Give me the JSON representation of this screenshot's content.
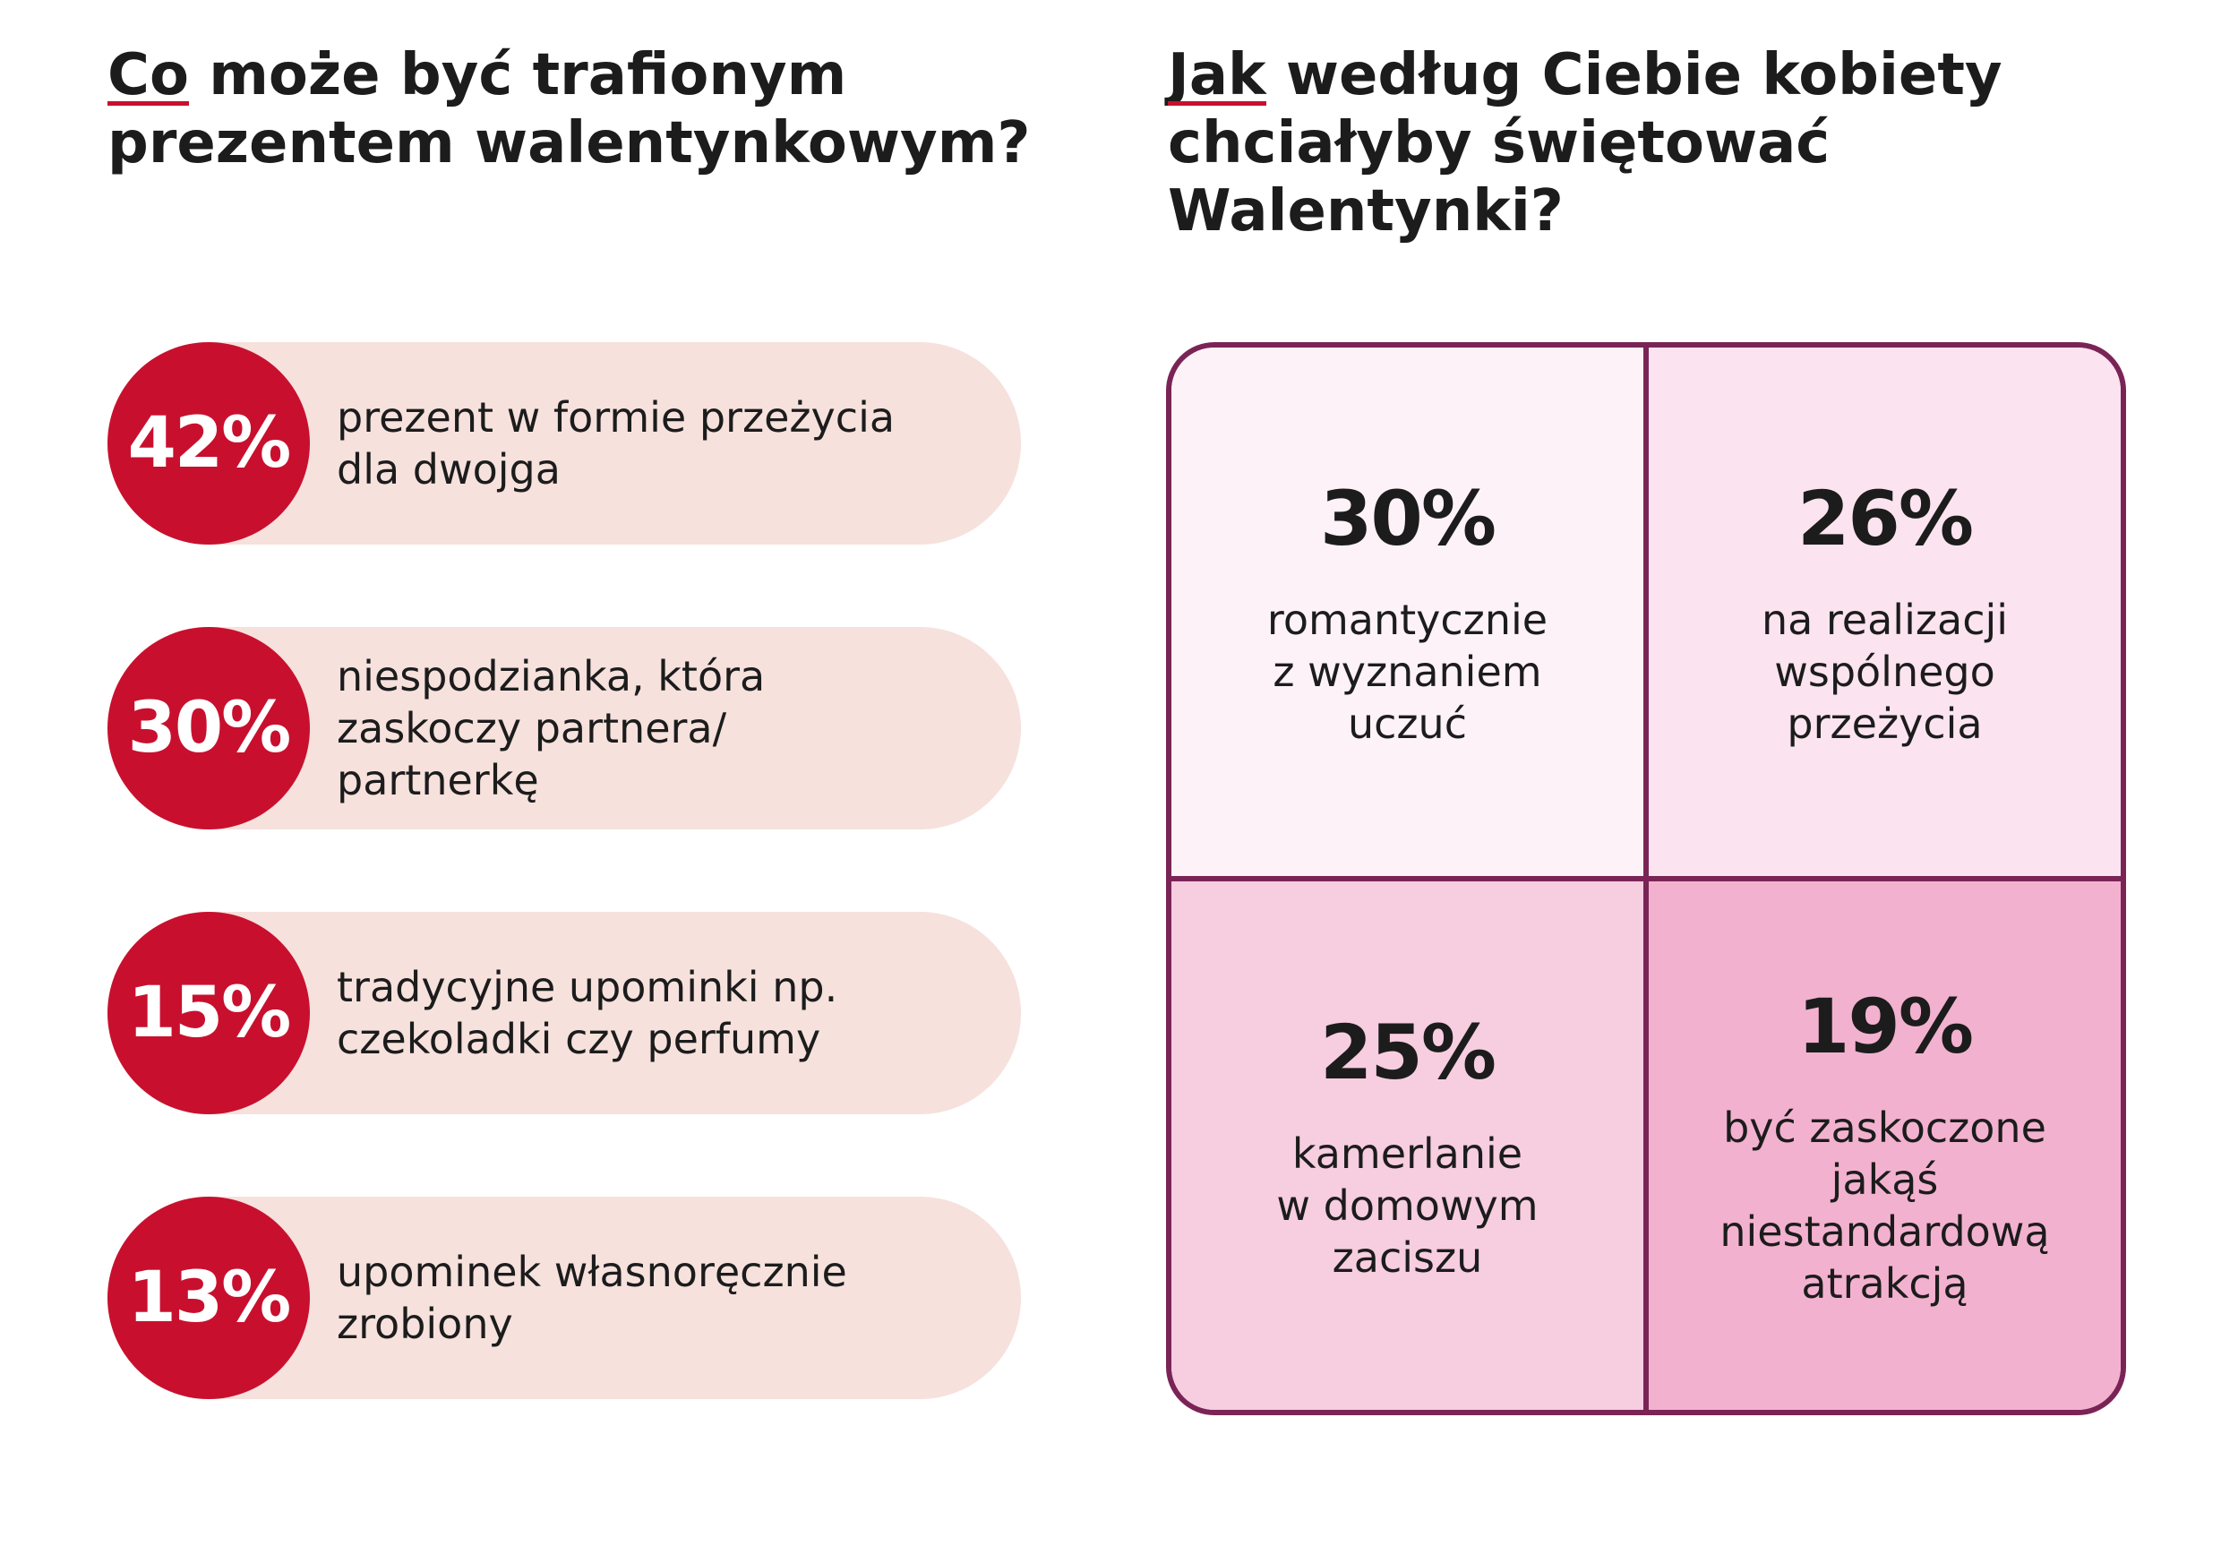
{
  "left_heading": {
    "lead": "Co",
    "rest": " może być trafionym prezentem walentynkowym?"
  },
  "right_heading": {
    "lead": "Jak",
    "rest": " według Ciebie kobiety chciałyby świętować Walentynki?"
  },
  "colors": {
    "accent_red": "#c8102e",
    "pill_bg": "#f6e1dd",
    "grid_border": "#7a2456",
    "cell_bg": [
      "#fdf2f7",
      "#fbe4ef",
      "#f7cde0",
      "#f2b2cf"
    ]
  },
  "chart_data": [
    {
      "type": "bar",
      "title": "Co może być trafionym prezentem walentynkowym?",
      "categories": [
        "prezent w formie przeżycia\ndla dwojga",
        "niespodzianka, która\nzaskoczy partnera/\npartnerkę",
        "tradycyjne upominki np.\nczekoladki czy perfumy",
        "upominek własnoręcznie\nzrobiony"
      ],
      "values": [
        42,
        30,
        15,
        13
      ],
      "value_labels": [
        "42%",
        "30%",
        "15%",
        "13%"
      ],
      "unit": "%"
    },
    {
      "type": "table",
      "title": "Jak według Ciebie kobiety chciałyby świętować Walentynki?",
      "categories": [
        "romantycznie\nz wyznaniem\nuczuć",
        "na realizacji\nwspólnego\nprzeżycia",
        "kamerlanie\nw domowym\nzaciszu",
        "być zaskoczone\njakąś\nniestandardową\natrakcją"
      ],
      "values": [
        30,
        26,
        25,
        19
      ],
      "value_labels": [
        "30%",
        "26%",
        "25%",
        "19%"
      ],
      "unit": "%"
    }
  ]
}
